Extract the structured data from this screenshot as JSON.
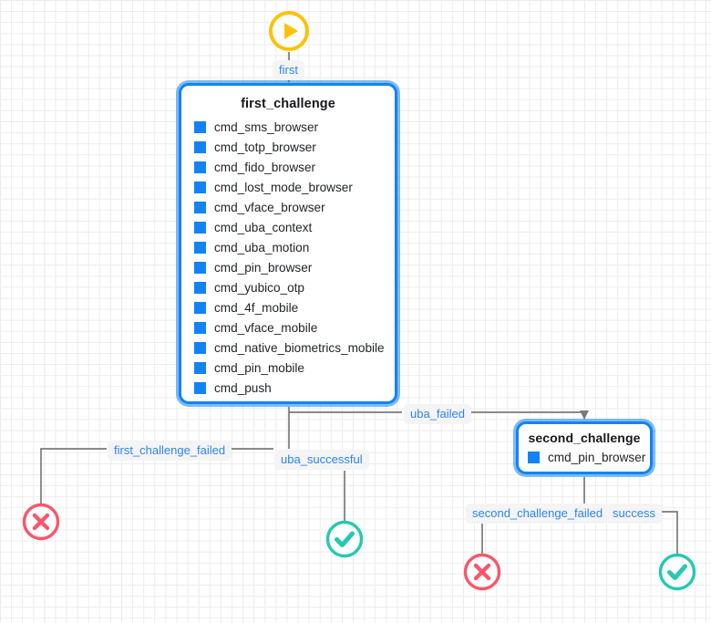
{
  "diagram": {
    "start": {
      "icon": "play-circle-icon",
      "label": "first",
      "color": "#ffc107"
    },
    "nodes": [
      {
        "id": "first_challenge",
        "title": "first_challenge",
        "items": [
          "cmd_sms_browser",
          "cmd_totp_browser",
          "cmd_fido_browser",
          "cmd_lost_mode_browser",
          "cmd_vface_browser",
          "cmd_uba_context",
          "cmd_uba_motion",
          "cmd_pin_browser",
          "cmd_yubico_otp",
          "cmd_4f_mobile",
          "cmd_vface_mobile",
          "cmd_native_biometrics_mobile",
          "cmd_pin_mobile",
          "cmd_push"
        ]
      },
      {
        "id": "second_challenge",
        "title": "second_challenge",
        "items": [
          "cmd_pin_browser"
        ]
      }
    ],
    "edge_labels": [
      {
        "id": "uba_failed",
        "text": "uba_failed"
      },
      {
        "id": "first_challenge_failed",
        "text": "first_challenge_failed"
      },
      {
        "id": "uba_successful",
        "text": "uba_successful"
      },
      {
        "id": "second_challenge_failed",
        "text": "second_challenge_failed"
      },
      {
        "id": "success",
        "text": "success"
      }
    ],
    "terminals": [
      {
        "id": "fail-left",
        "icon": "cross-circle-icon",
        "color": "#f9566a"
      },
      {
        "id": "success-middle",
        "icon": "check-circle-icon",
        "color": "#25c9b0"
      },
      {
        "id": "fail-bottom",
        "icon": "cross-circle-icon",
        "color": "#f9566a"
      },
      {
        "id": "success-bottom",
        "icon": "check-circle-icon",
        "color": "#25c9b0"
      }
    ],
    "colors": {
      "node_border": "#1283f5",
      "checkbox": "#1283f5",
      "label_text": "#2b84f0",
      "edge_line": "#7a7a7a",
      "grid": "#ececec"
    }
  }
}
